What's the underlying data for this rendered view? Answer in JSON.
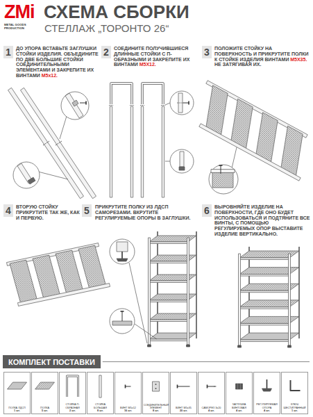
{
  "diagram": {
    "title": "СХЕМА СБОРКИ",
    "nodes": [
      {
        "text": [
          "1"
        ]
      },
      {
        "text": [
          "2"
        ]
      },
      {
        "text": [
          "3"
        ]
      },
      {
        "text": [
          "4"
        ]
      },
      {
        "text": [
          "5"
        ]
      },
      {
        "text": [
          "6"
        ]
      },
      {
        "text": [
          "КОМПЛЕКТ ПОСТАВКИ"
        ]
      },
      {
        "text": [
          "ПОЛКА ЛДСП",
          "1 шт."
        ]
      },
      {
        "text": [
          "ПОЛКА",
          "5 шт."
        ]
      },
      {
        "text": [
          "СТОЙКА П-ОБРАЗНАЯ",
          "2 шт."
        ]
      },
      {
        "text": [
          "СТОЙКА БОЛЬШАЯ",
          "8 шт."
        ]
      },
      {
        "text": [
          "ВИНТ M5x12",
          "16 шт."
        ]
      },
      {
        "text": [
          "СОЕДИНИТЕЛЬНЫЙ ЭЛЕМЕНТ",
          "8 шт."
        ]
      },
      {
        "text": [
          "ВИНТ M5x35",
          "20 шт."
        ]
      },
      {
        "text": [
          "САМОРЕЗ 3x20",
          "4 шт."
        ]
      },
      {
        "text": [
          "ЗАГЛУШКА ВИНТОВАЯ",
          "4 шт."
        ]
      },
      {
        "text": [
          "РЕГУЛИРУЕМАЯ ОПОРА",
          "4 шт."
        ]
      },
      {
        "text": [
          "КЛЮЧ ШЕСТИГРАННЫЙ",
          "1 шт."
        ]
      }
    ],
    "labels": [
      "ZMi",
      "METAL GOODS PRODUCTION",
      "СТЕЛЛАЖ „ТОРОНТО 26“",
      "ДО УПОРА ВСТАВЬТЕ ЗАГЛУШКИ СТОЙКИ ИЗДЕЛИЯ. ОБЪЕДИНИТЕ ПО ДВЕ БОЛЬШИЕ СТОЙКИ СОЕДИНИТЕЛЬНЫМИ ЭЛЕМЕНТАМИ И ЗАКРЕПИТЕ ИХ ВИНТАМИ",
      "M5x12.",
      "СОЕДИНИТЕ ПОЛУЧИВШИЕСЯ ДЛИННЫЕ СТОЙКИ С П-ОБРАЗНЫМИ И ЗАКРЕПИТЕ ИХ ВИНТАМИ",
      "M5X12.",
      "ПОЛОЖИТЕ СТОЙКУ НА ПОВЕРХНОСТЬ И ПРИКРУТИТЕ ПОЛКИ К СТОЙКЕ ИЗДЕЛИЯ ВИНТАМИ",
      "M5X35.",
      "НЕ ЗАТЯГИВАЯ ИХ.",
      "ВТОРУЮ СТОЙКУ ПРИКРУТИТЕ ТАК ЖЕ, КАК И ПЕРВУЮ.",
      "ПРИКРУТИТЕ ПОЛКУ ИЗ ЛДСП САМОРЕЗАМИ. ВКРУТИТЕ РЕГУЛИРУЕМЫЕ ОПОРЫ В ЗАГЛУШКИ.",
      "ВЫРОВНЯЙТЕ ИЗДЕЛИЕ НА ПОВЕРХНОСТИ, ГДЕ ОНО БУДЕТ ИСПОЛЬЗОВАТЬСЯ И ПОДТЯНИТЕ ВСЕ ВИНТЫ, С ПОМОЩЬЮ РЕГУЛИРУЕМЫХ ОПОР ВЫСТАВИТЕ ИЗДЕЛИЕ ВЕРТИКАЛЬНО."
    ]
  }
}
